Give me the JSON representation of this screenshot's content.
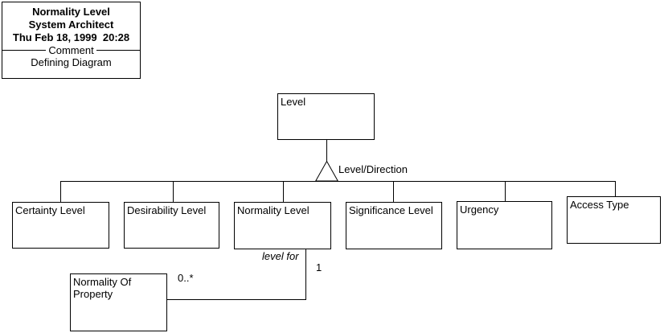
{
  "diagram": {
    "title_box": {
      "line1": "Normality Level",
      "line2": "System Architect",
      "line3": "Thu Feb 18, 1999  20:28",
      "separator_label": "Comment",
      "line4": "Defining Diagram"
    },
    "parent_box": {
      "label": "Level"
    },
    "generalization_label": "Level/Direction",
    "child_boxes": [
      {
        "label": "Certainty Level"
      },
      {
        "label": "Desirability Level"
      },
      {
        "label": "Normality Level"
      },
      {
        "label": "Significance Level"
      },
      {
        "label": "Urgency"
      },
      {
        "label": "Access Type"
      }
    ],
    "association": {
      "label": "level for",
      "cardinality_parent_end": "1",
      "cardinality_child_end": "0..*",
      "target_box_line1": "Normality Of",
      "target_box_line2": "Property"
    },
    "colors": {
      "line": "#000000",
      "background": "#ffffff",
      "text": "#000000"
    }
  }
}
